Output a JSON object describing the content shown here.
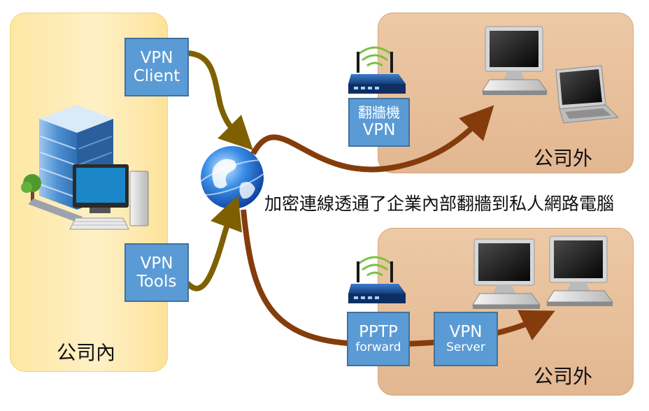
{
  "inside_zone": {
    "label": "公司內"
  },
  "outside_top": {
    "label": "公司外"
  },
  "outside_bottom": {
    "label": "公司外"
  },
  "boxes": {
    "vpn_client": {
      "line1": "VPN",
      "line2": "Client"
    },
    "vpn_tools": {
      "line1": "VPN",
      "line2": "Tools"
    },
    "router_vpn": {
      "line1": "翻牆機",
      "line2": "VPN"
    },
    "pptp": {
      "line1": "PPTP",
      "line2": "forward"
    },
    "vpn_server": {
      "line1": "VPN",
      "line2": "Server"
    }
  },
  "caption": "加密連線透通了企業內部翻牆到私人網路電腦",
  "colors": {
    "inside_zone": "#fde7a3",
    "outside_zone": "#e8c29d",
    "box": "#5b9bd5",
    "arrow_in": "#7f6000",
    "arrow_out": "#843c0c"
  },
  "icons": [
    "office-building-icon",
    "desktop-computer-icon",
    "globe-icon",
    "wireless-router-icon",
    "laptop-icon"
  ]
}
